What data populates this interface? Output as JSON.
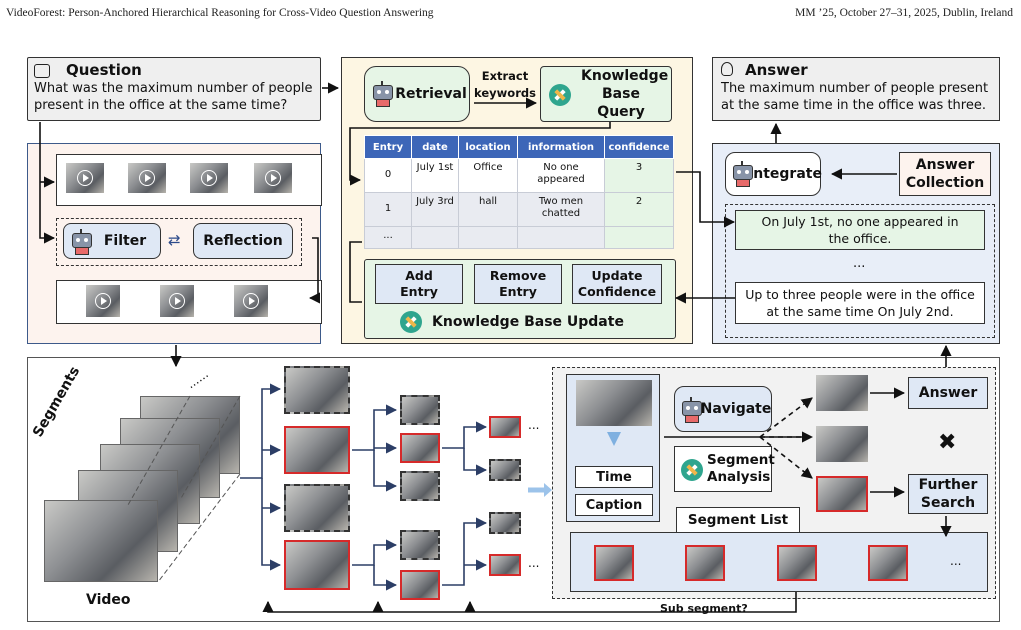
{
  "header": {
    "left": "VideoForest: Person-Anchored Hierarchical Reasoning for Cross-Video Question Answering",
    "right": "MM ’25, October 27–31, 2025, Dublin, Ireland"
  },
  "question": {
    "title": "Question",
    "text": "What was the maximum number of people present in the office at the same time?"
  },
  "answer": {
    "title": "Answer",
    "text": "The maximum number of people present at the same time in the office was three."
  },
  "filter_panel": {
    "filter": "Filter",
    "reflection": "Reflection"
  },
  "kb": {
    "retrieval": "Retrieval",
    "extract_keywords": "Extract keywords",
    "query": "Knowledge Base Query",
    "columns": [
      "Entry",
      "date",
      "location",
      "information",
      "confidence"
    ],
    "rows": [
      [
        "0",
        "July 1st",
        "Office",
        "No one appeared",
        "3"
      ],
      [
        "1",
        "July 3rd",
        "hall",
        "Two men chatted",
        "2"
      ],
      [
        "...",
        "",
        "",
        "",
        ""
      ]
    ],
    "add_entry": "Add Entry",
    "remove_entry": "Remove Entry",
    "update_confidence": "Update Confidence",
    "update_title": "Knowledge Base Update"
  },
  "integrate_panel": {
    "integrate": "Integrate",
    "answer_collection": "Answer Collection",
    "item1": "On July 1st, no one appeared in the office.",
    "ellipsis": "...",
    "item2": "Up to three people were in the office at the same time On July 2nd."
  },
  "bottom": {
    "segments": "Segments",
    "video": "Video",
    "time": "Time",
    "caption": "Caption",
    "navigate": "Navigate",
    "segment_analysis": "Segment Analysis",
    "answer": "Answer",
    "cross": "✖",
    "further_search": "Further Search",
    "segment_list": "Segment List",
    "sub_segment": "Sub segment?",
    "ellipsis": "..."
  },
  "colors": {
    "question_bg": "#efefef",
    "filter_panel_bg": "#fdf3ee",
    "kb_panel_bg": "#fdf6e3",
    "integrate_panel_bg": "#e8eef8",
    "node_bg": "#dfe8f5",
    "green_item_bg": "#e6f5e6",
    "table_header": "#3d66b8",
    "red_frame": "#d62a2a",
    "arrow_navy": "#2c3e66"
  }
}
